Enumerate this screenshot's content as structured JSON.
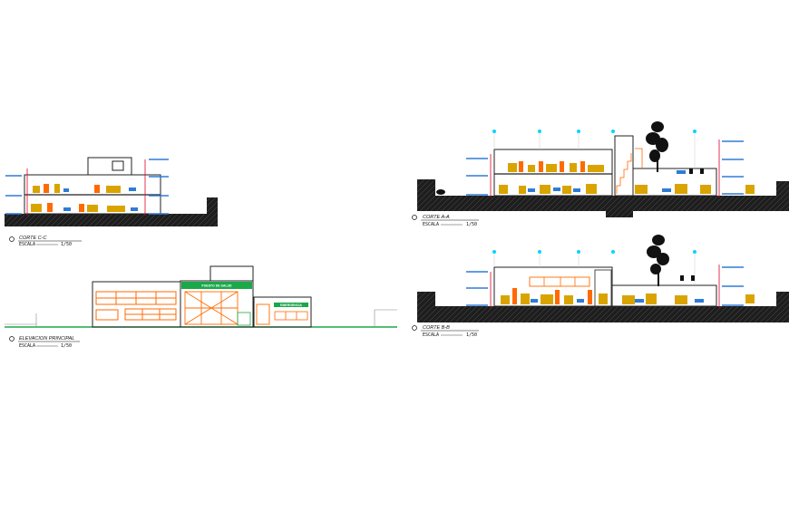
{
  "drawings": [
    {
      "id": "corte-c-c",
      "title": "CORTE C-C",
      "scale_label": "ESCALA",
      "scale": "1/50"
    },
    {
      "id": "elevacion-principal",
      "title": "ELEVACION PRINCIPAL",
      "scale_label": "ESCALA",
      "scale": "1/50"
    },
    {
      "id": "corte-a-a",
      "title": "CORTE A-A",
      "scale_label": "ESCALA",
      "scale": "1/50"
    },
    {
      "id": "corte-b-b",
      "title": "CORTE B-B",
      "scale_label": "ESCALA",
      "scale": "1/50"
    }
  ],
  "signs": {
    "main": "PUESTO DE SALUD",
    "side": "EMERGENCIA"
  },
  "colors": {
    "ground": "#1a1a1a",
    "wall": "#222222",
    "orange": "#ff6a00",
    "yellow": "#d9a400",
    "green": "#1aa84a",
    "cyan": "#00d5ff",
    "red": "#e0002a",
    "blue": "#2f7bd8"
  }
}
